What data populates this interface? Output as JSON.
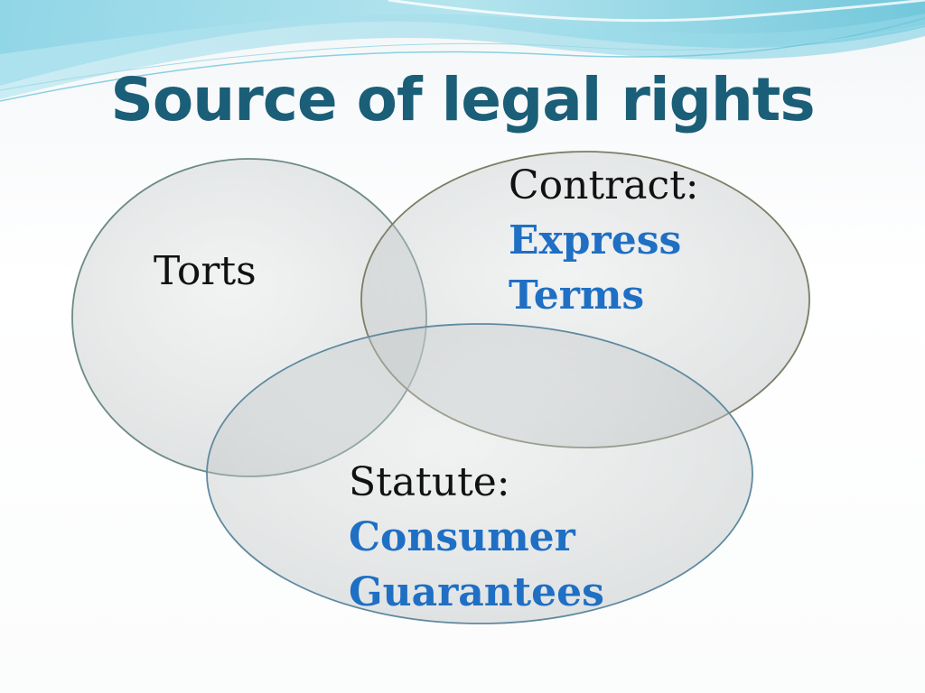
{
  "slide": {
    "title": "Source of legal rights"
  },
  "diagram": {
    "type": "venn",
    "sets": {
      "torts": {
        "label": "Torts"
      },
      "contract": {
        "label": "Contract:",
        "sublabel_line1": "Express",
        "sublabel_line2": "Terms"
      },
      "statute": {
        "label": "Statute:",
        "sublabel_line1": "Consumer",
        "sublabel_line2": "Guarantees"
      }
    }
  },
  "colors": {
    "title": "#1b5e78",
    "sublabel": "#1f6fc4",
    "label": "#111111",
    "wave_primary": "#8fd3e3",
    "wave_secondary": "#5bbcd3"
  }
}
